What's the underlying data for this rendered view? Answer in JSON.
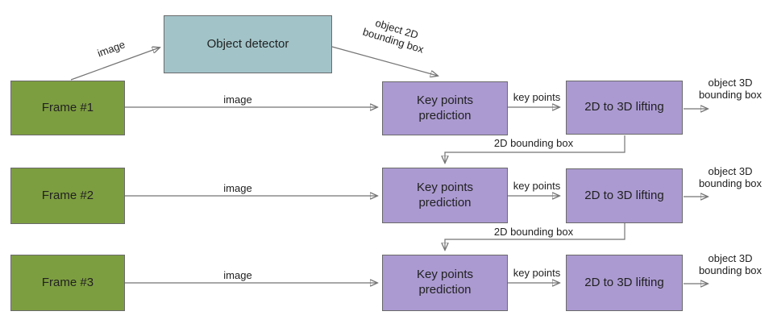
{
  "colors": {
    "node_green": "#7d9e40",
    "node_teal": "#a2c4c9",
    "node_purple": "#ab9ad1",
    "line": "#757575",
    "text": "#212121"
  },
  "nodes": {
    "frames": [
      {
        "label": "Frame #1"
      },
      {
        "label": "Frame #2"
      },
      {
        "label": "Frame #3"
      }
    ],
    "object_detector": {
      "label": "Object detector"
    },
    "keypoints_label": "Key points prediction",
    "lifting_label": "2D to 3D lifting"
  },
  "edge_labels": {
    "image": "image",
    "object_2d_bbox": "object 2D bounding box",
    "key_points": "key points",
    "bbox_2d": "2D bounding box",
    "object_3d_bbox": "object 3D bounding box"
  }
}
